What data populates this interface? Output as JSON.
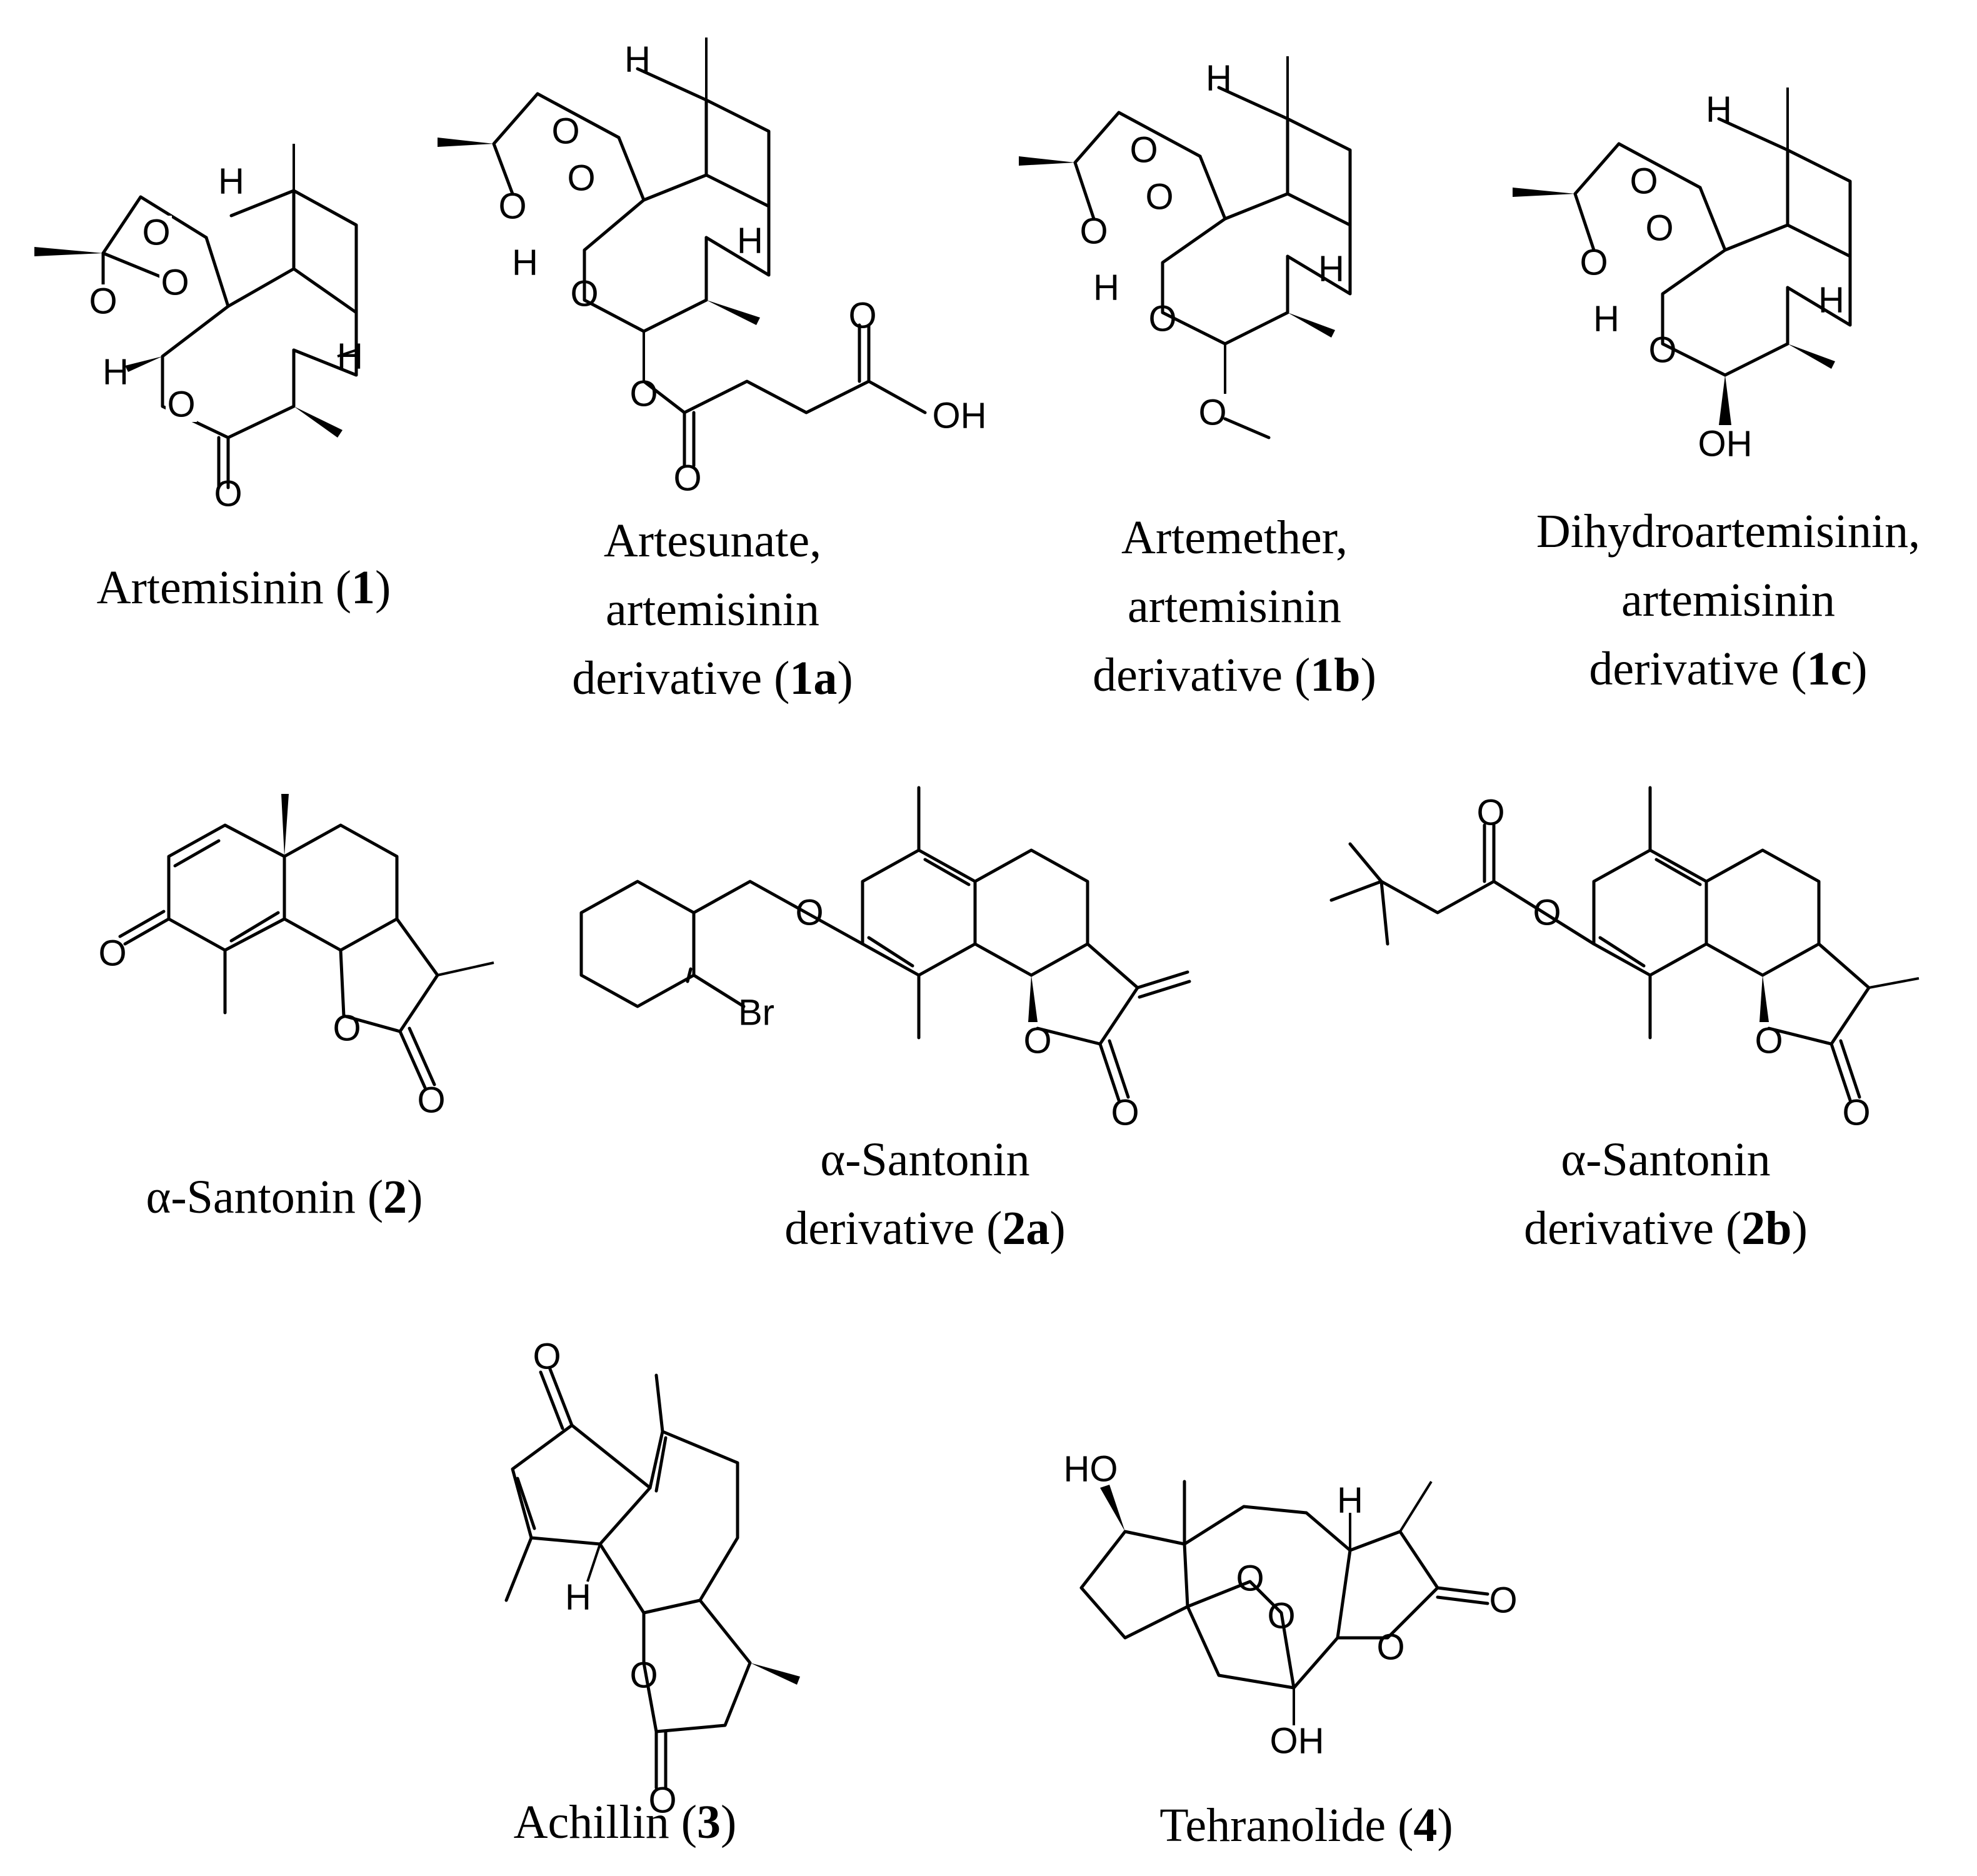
{
  "compounds": [
    {
      "id": "artemisinin",
      "name": "Artemisinin (",
      "num": "1",
      "close": ")"
    },
    {
      "id": "artesunate",
      "name_line1": "Artesunate,",
      "name_line2": "artemisinin",
      "name_line3": "derivative (",
      "num": "1a",
      "close": ")"
    },
    {
      "id": "artemether",
      "name_line1": "Artemether,",
      "name_line2": "artemisinin",
      "name_line3": "derivative (",
      "num": "1b",
      "close": ")"
    },
    {
      "id": "dihydroartemisinin",
      "name_line1": "Dihydroartemisinin,",
      "name_line2": "artemisinin",
      "name_line3": "derivative (",
      "num": "1c",
      "close": ")"
    },
    {
      "id": "santonin",
      "name": "α-Santonin (",
      "num": "2",
      "close": ")"
    },
    {
      "id": "santonin-2a",
      "name_line1": "α-Santonin",
      "name_line2": "derivative (",
      "num": "2a",
      "close": ")"
    },
    {
      "id": "santonin-2b",
      "name_line1": "α-Santonin",
      "name_line2": "derivative (",
      "num": "2b",
      "close": ")"
    },
    {
      "id": "achillin",
      "name": "Achillin (",
      "num": "3",
      "close": ")"
    },
    {
      "id": "tehranolide",
      "name": "Tehranolide (",
      "num": "4",
      "close": ")"
    }
  ],
  "atoms": {
    "O": "O",
    "H": "H",
    "OH": "OH",
    "HO": "HO",
    "Br": "Br"
  }
}
